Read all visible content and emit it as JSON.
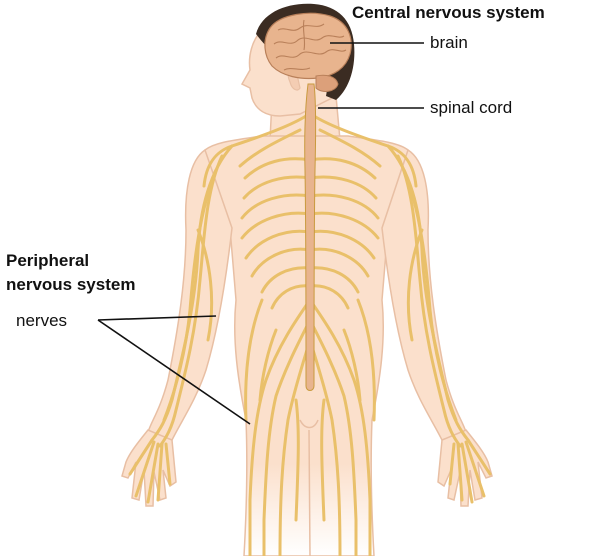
{
  "central": {
    "heading": "Central nervous system",
    "brain_label": "brain",
    "spinal_cord_label": "spinal cord"
  },
  "peripheral": {
    "heading_line1": "Peripheral",
    "heading_line2": "nervous system",
    "nerves_label": "nerves"
  },
  "colors": {
    "skin": "#fbe0cc",
    "skin_outline": "#e8bfa4",
    "nerve": "#e9c06a",
    "nerve_dark": "#c99a3e",
    "brain": "#e8b48e",
    "hair": "#3b2c22",
    "leader_line": "#111111"
  }
}
